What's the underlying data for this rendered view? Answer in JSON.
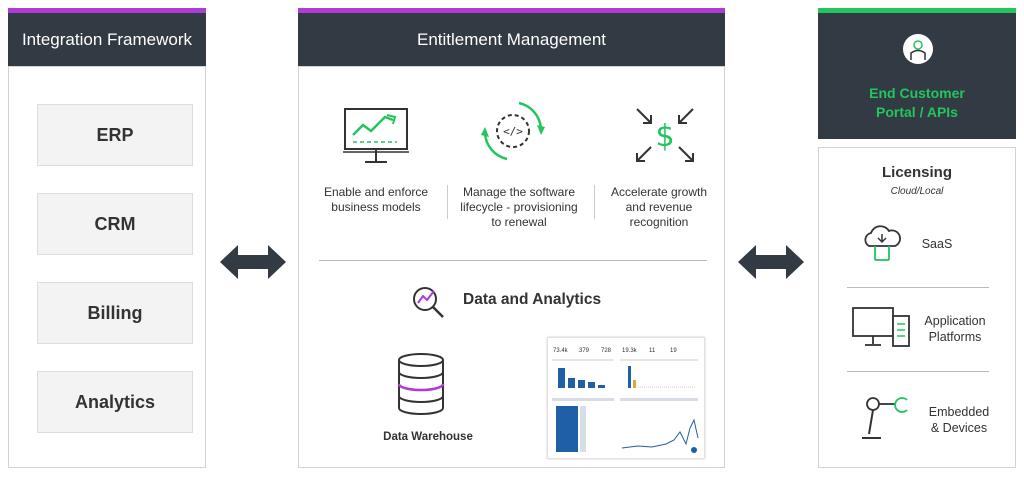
{
  "integration": {
    "title": "Integration Framework",
    "items": [
      "ERP",
      "CRM",
      "Billing",
      "Analytics"
    ]
  },
  "entitlement": {
    "title": "Entitlement Management",
    "features": [
      {
        "caption": "Enable and enforce business models",
        "icon": "monitor-chart-icon"
      },
      {
        "caption": "Manage the software lifecycle - provisioning to renewal",
        "icon": "lifecycle-code-icon"
      },
      {
        "caption": "Accelerate growth and revenue recognition",
        "icon": "dollar-arrows-icon"
      }
    ],
    "analytics_title": "Data and Analytics",
    "warehouse_label": "Data Warehouse",
    "dashboard_stats": [
      "73.4k",
      "379",
      "728",
      "19.3k",
      "11",
      "19"
    ]
  },
  "customer": {
    "title_line1": "End Customer",
    "title_line2": "Portal / APIs",
    "licensing_title": "Licensing",
    "licensing_subtitle": "Cloud/Local",
    "items": [
      {
        "line1": "SaaS",
        "line2": "",
        "icon": "cloud-icon"
      },
      {
        "line1": "Application",
        "line2": "Platforms",
        "icon": "devices-icon"
      },
      {
        "line1": "Embedded",
        "line2": "& Devices",
        "icon": "robot-arm-icon"
      }
    ]
  },
  "colors": {
    "header": "#323b44",
    "purple": "#b03ad8",
    "green": "#22c55e",
    "chart_blue": "#1f5fa8"
  }
}
